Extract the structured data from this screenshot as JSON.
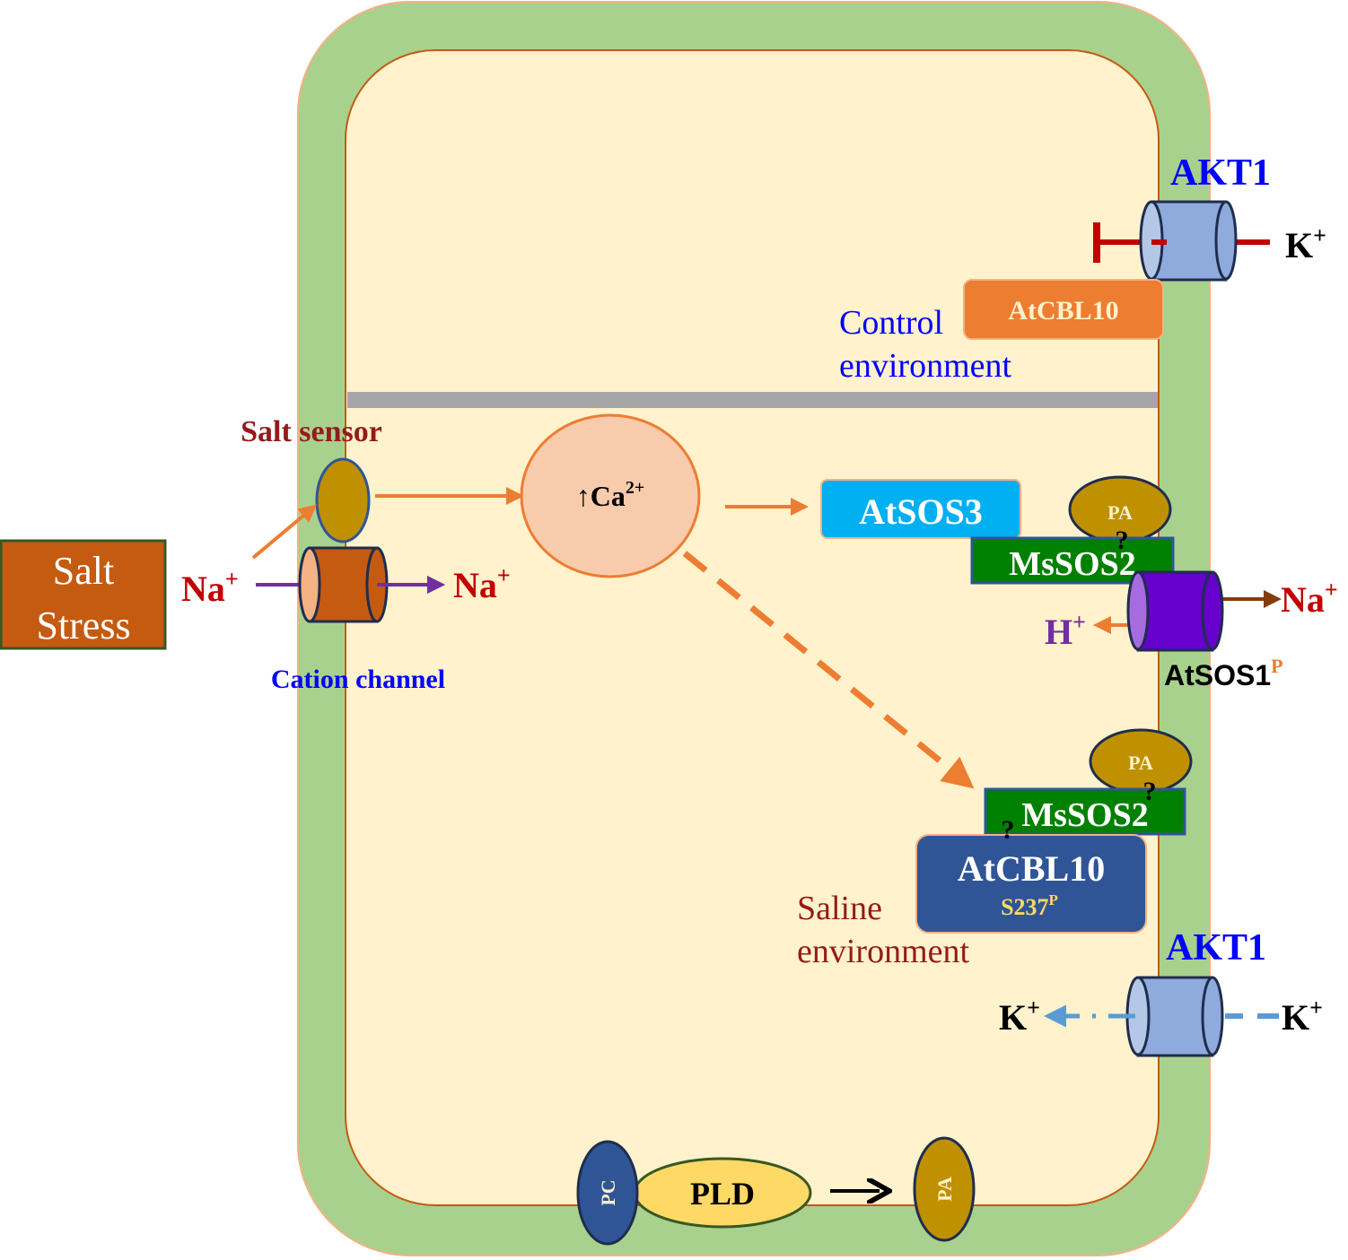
{
  "salt_stress": {
    "line1": "Salt",
    "line2": "Stress"
  },
  "salt_sensor": "Salt sensor",
  "cation_channel": "Cation channel",
  "na_symbol": "Na",
  "k_symbol": "K",
  "h_symbol": "H",
  "plus": "+",
  "calcium": {
    "arrow": "↑",
    "label": "Ca",
    "charge": "2+"
  },
  "control": {
    "akt1": "AKT1",
    "atcbl10": "AtCBL10",
    "env_line1": "Control",
    "env_line2": "environment"
  },
  "sos": {
    "atsos3": "AtSOS3",
    "pa": "PA",
    "question": "?",
    "mssos2": "MsSOS2",
    "atsos1": "AtSOS1",
    "phospho": "P"
  },
  "saline": {
    "pa": "PA",
    "mssos2": "MsSOS2",
    "atcbl10": "AtCBL10",
    "s237": "S237",
    "phospho": "P",
    "env_line1": "Saline",
    "env_line2": "environment",
    "akt1": "AKT1"
  },
  "pld": {
    "pc": "PC",
    "pld": "PLD",
    "pa": "PA"
  },
  "colors": {
    "wall": "#a9d18e",
    "cytoplasm": "#fff2cc",
    "salt_box": "#c55a11",
    "akt1_text": "#0000ff",
    "red_text": "#c00000",
    "maroon_text": "#951b1b",
    "orange_arrow": "#ed7d31"
  }
}
